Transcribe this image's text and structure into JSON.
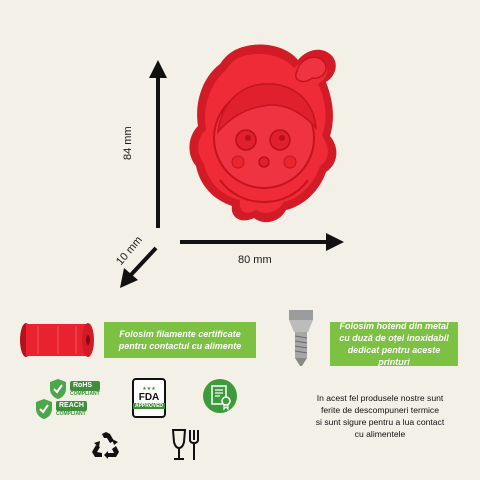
{
  "dimensions": {
    "height_label": "84 mm",
    "width_label": "80 mm",
    "depth_label": "10 mm"
  },
  "features": {
    "filament_text": "Folosim filamente certificate pentru contactul cu alimente",
    "hotend_text": "Folosim hotend din metal cu duză de oțel inoxidabil dedicat pentru aceste printuri"
  },
  "badges": {
    "rohs": "RoHS",
    "rohs_sub": "COMPLIANT",
    "reach": "REACH",
    "reach_sub": "COMPLIANT",
    "fda": "FDA",
    "fda_sub": "APPROVED"
  },
  "note": {
    "line1": "In acest fel produsele nostre sunt",
    "line2": "ferite de descompuneri termice",
    "line3": "si sunt sigure  pentru a lua contact",
    "line4": "cu alimentele"
  },
  "colors": {
    "cutter_red": "#e8222e",
    "accent_green": "#7cc142",
    "background": "#f3f0e7"
  }
}
